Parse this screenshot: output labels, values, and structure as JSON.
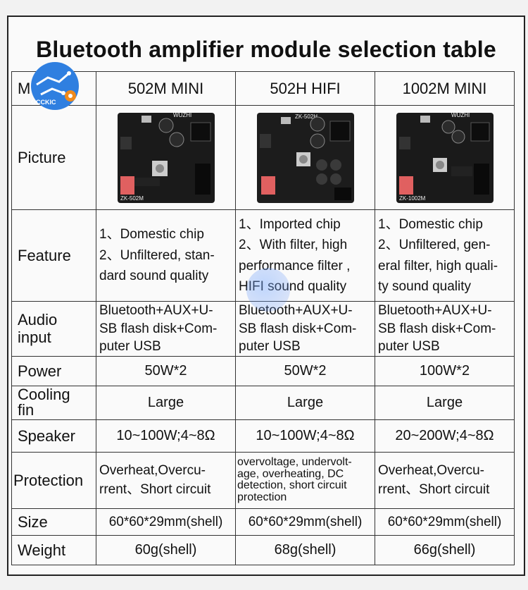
{
  "title": "Bluetooth amplifier module selection table",
  "logo_text": "OCCKIC",
  "header": {
    "model_label": "M",
    "models": [
      "502M MINI",
      "502H HIFI",
      "1002M MINI"
    ]
  },
  "board_labels": {
    "m502": "ZK-502M",
    "h502": "ZK-502H",
    "m1002": "ZK-1002M",
    "brand": "WUZHI"
  },
  "rows": {
    "picture": "Picture",
    "feature": {
      "label": "Feature",
      "c1": [
        "1、Domestic chip",
        "2、Unfiltered, stan-",
        "dard sound quality"
      ],
      "c2": [
        "1、Imported chip",
        "2、With filter, high",
        "performance filter ,",
        "HIFI sound quality"
      ],
      "c3": [
        "1、Domestic chip",
        "2、Unfiltered, gen-",
        "eral filter, high quali-",
        "ty sound quality"
      ]
    },
    "audio": {
      "label1": "Audio",
      "label2": "input",
      "c1": [
        "Bluetooth+AUX+U-",
        "SB flash disk+Com-",
        "puter USB"
      ],
      "c2": [
        "Bluetooth+AUX+U-",
        "SB flash disk+Com-",
        "puter USB"
      ],
      "c3": [
        "Bluetooth+AUX+U-",
        "SB flash disk+Com-",
        "puter USB"
      ]
    },
    "power": {
      "label": "Power",
      "values": [
        "50W*2",
        "50W*2",
        "100W*2"
      ]
    },
    "cooling": {
      "label1": "Cooling",
      "label2": "fin",
      "values": [
        "Large",
        "Large",
        "Large"
      ]
    },
    "speaker": {
      "label": "Speaker",
      "values": [
        "10~100W;4~8Ω",
        "10~100W;4~8Ω",
        "20~200W;4~8Ω"
      ]
    },
    "protection": {
      "label": "Protection",
      "c1": [
        "Overheat,Overcu-",
        "rrent、Short circuit"
      ],
      "c2": [
        "overvoltage, undervolt-",
        "age, overheating, DC",
        "detection, short circuit",
        "protection"
      ],
      "c3": [
        "Overheat,Overcu-",
        "rrent、Short circuit"
      ]
    },
    "size": {
      "label": "Size",
      "values": [
        "60*60*29mm(shell)",
        "60*60*29mm(shell)",
        "60*60*29mm(shell)"
      ]
    },
    "weight": {
      "label": "Weight",
      "values": [
        "60g(shell)",
        "68g(shell)",
        "66g(shell)"
      ]
    }
  }
}
